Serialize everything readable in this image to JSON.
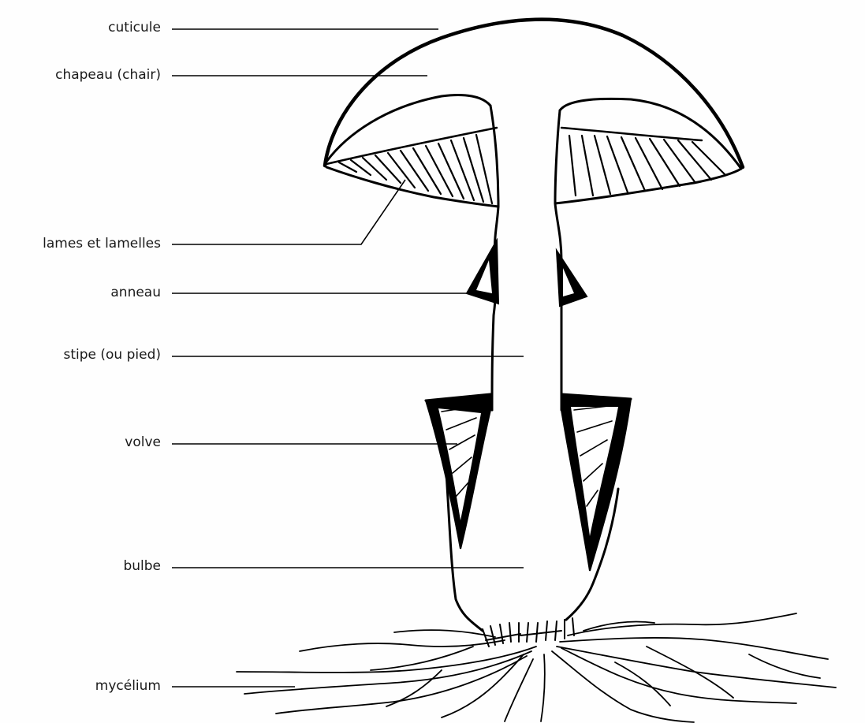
{
  "diagram": {
    "labels": [
      {
        "id": "cuticule",
        "text": "cuticule"
      },
      {
        "id": "chapeau",
        "text": "chapeau (chair)"
      },
      {
        "id": "lames",
        "text": "lames et lamelles"
      },
      {
        "id": "anneau",
        "text": "anneau"
      },
      {
        "id": "stipe",
        "text": "stipe (ou pied)"
      },
      {
        "id": "volve",
        "text": "volve"
      },
      {
        "id": "bulbe",
        "text": "bulbe"
      },
      {
        "id": "mycelium",
        "text": "mycélium"
      }
    ],
    "colors": {
      "ink": "#000000",
      "paper": "#fefefe",
      "label_text": "#1a1a1a"
    }
  }
}
